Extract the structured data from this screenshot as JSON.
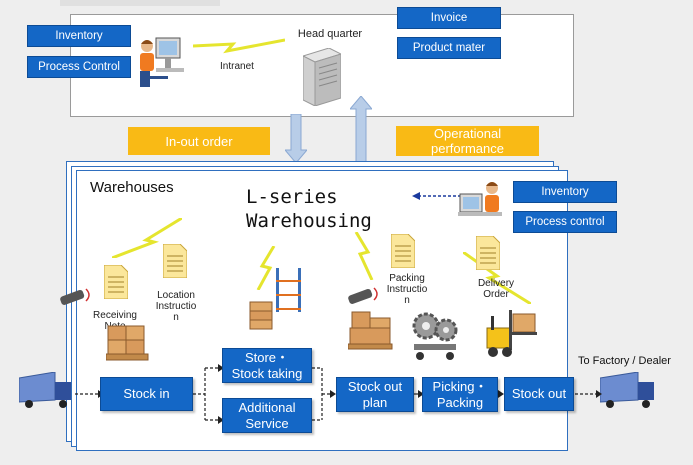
{
  "headquarter": {
    "title": "Head quarter",
    "network": "Intranet",
    "left_labels": [
      "Inventory",
      "Process Control"
    ],
    "right_labels": [
      "Invoice",
      "Product mater"
    ]
  },
  "flows": {
    "down": "In-out order",
    "up": "Operational performance"
  },
  "warehouse": {
    "label": "Warehouses",
    "system_line1": "L-series",
    "system_line2": "Warehousing",
    "right_labels": [
      "Inventory",
      "Process control"
    ],
    "docs": {
      "receiving": "Receiving Note",
      "location_1": "Location",
      "location_2": "Instructio",
      "location_3": "n",
      "packing_1": "Packing",
      "packing_2": "Instructio",
      "packing_3": "n",
      "delivery_1": "Delivery",
      "delivery_2": "Order"
    },
    "process": {
      "stock_in": "Stock in",
      "store_1": "Store・",
      "store_2": "Stock taking",
      "additional_1": "Additional",
      "additional_2": "Service",
      "plan_1": "Stock out",
      "plan_2": "plan",
      "picking_1": "Picking・",
      "picking_2": "Packing",
      "stock_out": "Stock out"
    }
  },
  "destination": "To Factory / Dealer",
  "colors": {
    "process_blue": "#1467c6",
    "flow_orange": "#f9ba15",
    "frame_blue": "#2f6fbf"
  }
}
